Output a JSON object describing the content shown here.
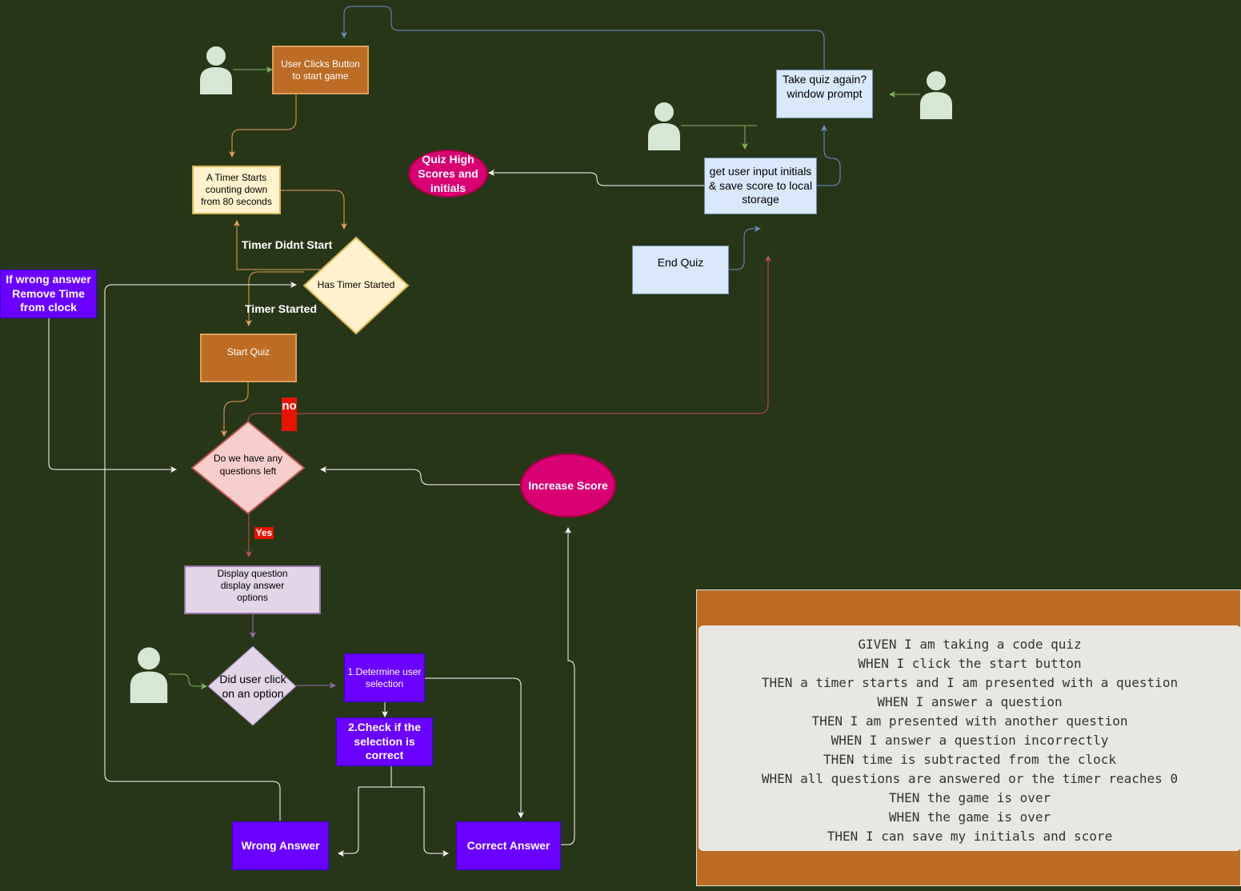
{
  "nodes": {
    "user_clicks": "User Clicks Button to start game",
    "timer_starts": "A Timer Starts counting down from 80 seconds",
    "has_timer_started": "Has Timer Started",
    "timer_didnt_start": "Timer Didnt Start",
    "timer_started": "Timer Started",
    "start_quiz": "Start Quiz",
    "questions_left": "Do we have any questions left",
    "no_label": "no",
    "yes_label": "Yes",
    "display_question": "Display question display answer options",
    "did_user_click": "Did user click on an option",
    "determine_selection": "1.Determine user selection",
    "check_selection": "2.Check if the selection is correct",
    "wrong_answer": "Wrong Answer",
    "correct_answer": "Correct Answer",
    "increase_score": "Increase Score",
    "wrong_answer_note": "If  wrong answer Remove Time from clock",
    "take_quiz_again": "Take quiz again? window prompt",
    "get_user_input": "get user  input initials & save score to local storage",
    "high_scores": "Quiz High Scores and initials",
    "end_quiz": "End Quiz"
  },
  "requirements": [
    "GIVEN I am taking a code quiz",
    "WHEN I click the start button",
    "THEN a timer starts and I am presented with a question",
    "WHEN I answer a question",
    "THEN I am presented with another question",
    "WHEN I answer a question incorrectly",
    "THEN time is subtracted from the clock",
    "WHEN all questions are answered or the timer reaches 0",
    "THEN the game is over",
    "WHEN the game is over",
    "THEN I can save my initials and score"
  ],
  "colors": {
    "background": "#283618",
    "orange": "#bc6c25",
    "purple": "#6a00ff",
    "magenta": "#d80073",
    "edge_orange": "#dda15e",
    "edge_white": "#ffffff",
    "edge_blue": "#6c8ebf",
    "edge_green": "#82b366",
    "edge_red": "#b85450",
    "edge_purple": "#9673a6"
  },
  "icons": [
    "user-icon"
  ]
}
